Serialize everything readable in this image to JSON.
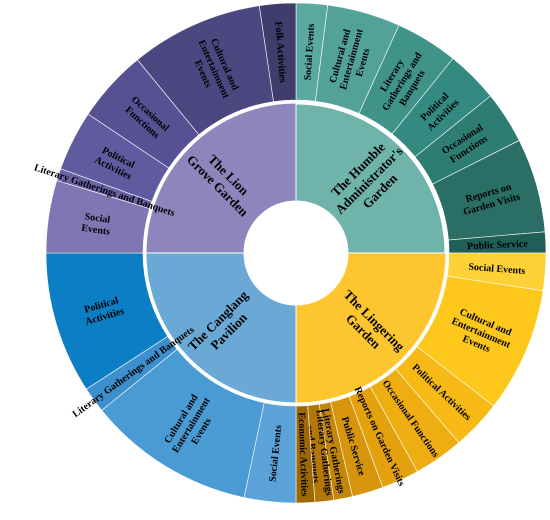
{
  "chart_data": {
    "type": "sunburst",
    "gardens": [
      {
        "name": "The Humble Administrator's Garden",
        "label_lines": [
          "The Humble",
          "Administrator's",
          "Garden"
        ],
        "color": "#6fb3ab",
        "children": [
          {
            "name": "Social Events",
            "value": 3.0,
            "color": "#5aa9a1",
            "label_lines": [
              "Social Events"
            ]
          },
          {
            "name": "Cultural and Entertainment Events",
            "value": 7.0,
            "color": "#52a29a",
            "label_lines": [
              "Cultural and",
              "Entertainment",
              "Events"
            ]
          },
          {
            "name": "Literary Gatherings and Banquets",
            "value": 6.0,
            "color": "#3f9389",
            "label_lines": [
              "Literary",
              "Gatherings and",
              "Banquets"
            ]
          },
          {
            "name": "Political Activities",
            "value": 5.0,
            "color": "#348a80",
            "label_lines": [
              "Political",
              "Activities"
            ]
          },
          {
            "name": "Occasional Functions",
            "value": 5.0,
            "color": "#2d7d73",
            "label_lines": [
              "Occasional",
              "Functions"
            ]
          },
          {
            "name": "Reports on Garden Visits",
            "value": 9.0,
            "color": "#2a6e66",
            "label_lines": [
              "Reports on",
              "Garden Visits"
            ]
          },
          {
            "name": "Public Service",
            "value": 2.0,
            "color": "#1f5f58",
            "label_lines": [
              "Public Service"
            ]
          }
        ]
      },
      {
        "name": "The Lingering Garden",
        "label_lines": [
          "The Lingering",
          "Garden"
        ],
        "color": "#fdc52e",
        "children": [
          {
            "name": "Social Events",
            "value": 3.0,
            "color": "#fed236",
            "label_lines": [
              "Social Events"
            ]
          },
          {
            "name": "Cultural and Entertainment Events",
            "value": 10.0,
            "color": "#fdc71c",
            "label_lines": [
              "Cultural and",
              "Entertainment",
              "Events"
            ]
          },
          {
            "name": "Political Activities",
            "value": 4.0,
            "color": "#f6b915",
            "label_lines": [
              "Political Activities"
            ]
          },
          {
            "name": "Occasional Functions",
            "value": 4.0,
            "color": "#eeae12",
            "label_lines": [
              "Occasional Functions"
            ]
          },
          {
            "name": "Reports on Garden Visits",
            "value": 3.0,
            "color": "#e3a10e",
            "label_lines": [
              "Reports on Garden Visits"
            ]
          },
          {
            "name": "Public Service",
            "value": 2.5,
            "color": "#d6950c",
            "label_lines": [
              "Public Service"
            ]
          },
          {
            "name": "Literary Gatherings",
            "value": 1.5,
            "color": "#c4860a",
            "label_lines": [
              "Literary Gatherings"
            ]
          },
          {
            "name": "Literary Gatherings and Banquets",
            "value": 1.5,
            "color": "#b27707",
            "label_lines": [
              "Literary Gatherings",
              "and Banquets"
            ]
          },
          {
            "name": "Economic Activities",
            "value": 1.5,
            "color": "#9e6905",
            "label_lines": [
              "Economic Activities"
            ]
          }
        ]
      },
      {
        "name": "The Canglang Pavilion",
        "label_lines": [
          "The Canglang",
          "Pavilion"
        ],
        "color": "#6aa9d6",
        "children": [
          {
            "name": "Social Events",
            "value": 4.0,
            "color": "#5aa2d8",
            "label_lines": [
              "Social Events"
            ]
          },
          {
            "name": "Cultural and Entertainment Events",
            "value": 13.0,
            "color": "#4a9bd4",
            "label_lines": [
              "Cultural and",
              "Entertainment",
              "Events"
            ]
          },
          {
            "name": "Literary Gatherings and Banquets",
            "value": 2.0,
            "color": "#3d8fcd",
            "label_lines": [
              "Literary Gatherings and Banquets"
            ]
          },
          {
            "name": "Political Activities",
            "value": 11.0,
            "color": "#0c7fc4",
            "label_lines": [
              "Political",
              "Activities"
            ]
          }
        ]
      },
      {
        "name": "The Lion Grove Garden",
        "label_lines": [
          "The Lion",
          "Grove Garden"
        ],
        "color": "#8c86bd",
        "children": [
          {
            "name": "Social Events",
            "value": 6.0,
            "color": "#7e77b4",
            "label_lines": [
              "Social",
              "Events"
            ]
          },
          {
            "name": "Literary Gatherings and Banquets",
            "value": 1.0,
            "color": "#6a62a6",
            "label_lines": [
              "Literary Gatherings and Banquets"
            ]
          },
          {
            "name": "Political Activities",
            "value": 5.0,
            "color": "#615a9e",
            "label_lines": [
              "Political",
              "Activities"
            ]
          },
          {
            "name": "Occasional Functions",
            "value": 6.0,
            "color": "#575092",
            "label_lines": [
              "Occasional",
              "Functions"
            ]
          },
          {
            "name": "Cultural and Entertainment Events",
            "value": 11.0,
            "color": "#4c4780",
            "label_lines": [
              "Cultural and",
              "Entertainment",
              "Events"
            ]
          },
          {
            "name": "Folk Activities",
            "value": 3.0,
            "color": "#403c6c",
            "label_lines": [
              "Folk Activities"
            ]
          }
        ]
      }
    ]
  }
}
